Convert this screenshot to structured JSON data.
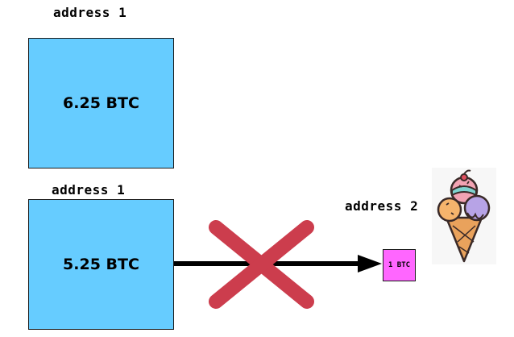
{
  "top": {
    "address_label": "address 1",
    "amount": "6.25 BTC"
  },
  "bottom": {
    "address_label": "address 1",
    "amount": "5.25 BTC"
  },
  "transfer": {
    "address_label": "address 2",
    "amount": "1 BTC",
    "status": "blocked"
  },
  "colors": {
    "box_fill": "#66ccff",
    "small_box_fill": "#ff66ff",
    "cross": "#cc3d4d",
    "arrow": "#000000"
  },
  "icons": {
    "merchant": "ice-cream-icon",
    "blocked": "cross-icon"
  }
}
